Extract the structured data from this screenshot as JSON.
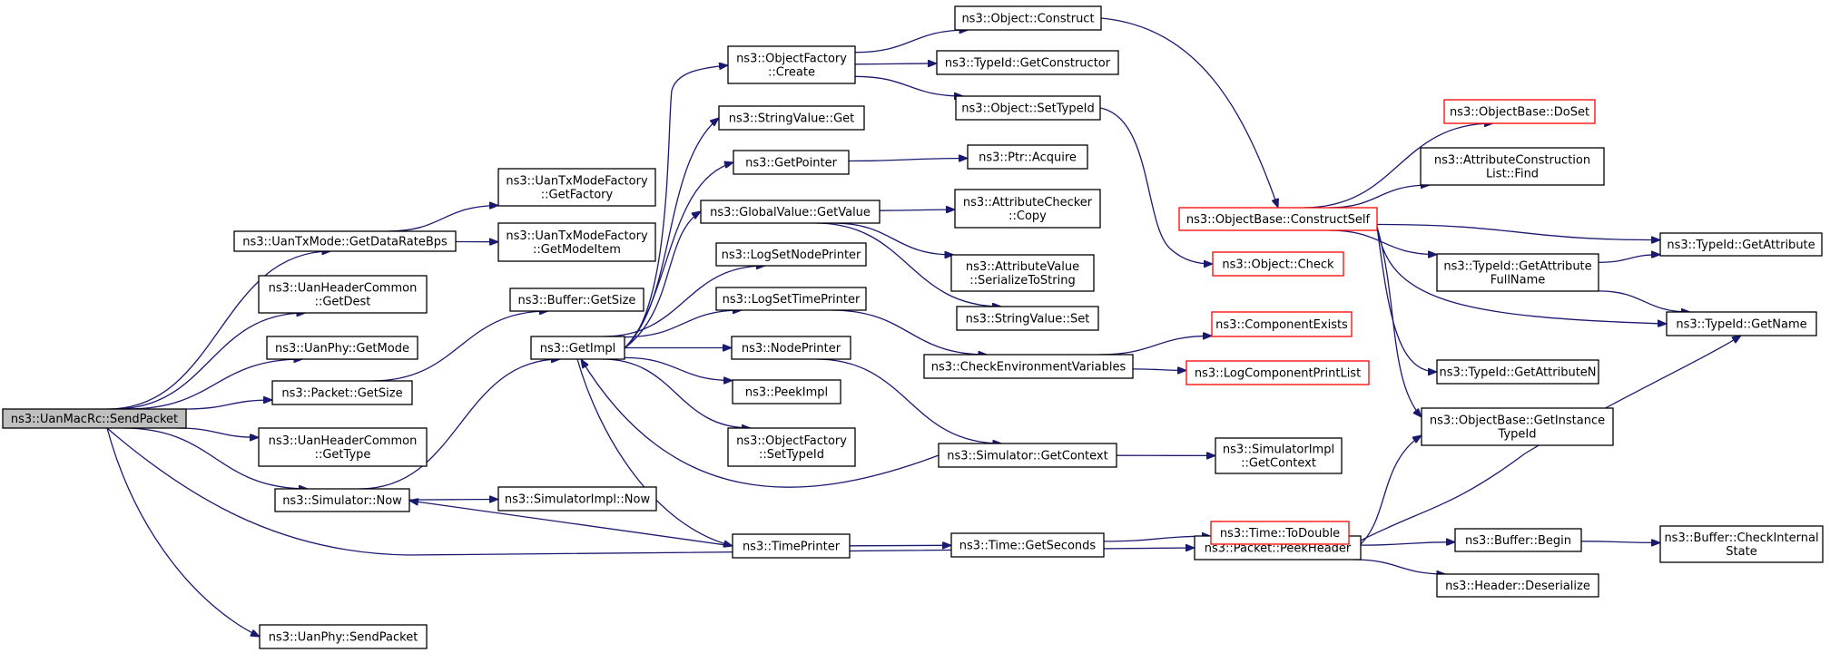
{
  "colors": {
    "edge": "#191970",
    "border_normal": "#000000",
    "border_truncated": "#ff0000",
    "root_fill": "#bfbfbf",
    "node_fill": "#ffffff"
  },
  "nodes": [
    {
      "id": "root",
      "lines": [
        "ns3::UanMacRc::SendPacket"
      ],
      "style": "root"
    },
    {
      "id": "getDataRateBps",
      "lines": [
        "ns3::UanTxMode::GetDataRateBps"
      ],
      "style": "normal"
    },
    {
      "id": "getFactory",
      "lines": [
        "ns3::UanTxModeFactory",
        "::GetFactory"
      ],
      "style": "normal"
    },
    {
      "id": "getModeItem",
      "lines": [
        "ns3::UanTxModeFactory",
        "::GetModeItem"
      ],
      "style": "normal"
    },
    {
      "id": "getDest",
      "lines": [
        "ns3::UanHeaderCommon",
        "::GetDest"
      ],
      "style": "normal"
    },
    {
      "id": "getMode",
      "lines": [
        "ns3::UanPhy::GetMode"
      ],
      "style": "normal"
    },
    {
      "id": "packetGetSize",
      "lines": [
        "ns3::Packet::GetSize"
      ],
      "style": "normal"
    },
    {
      "id": "bufferGetSize",
      "lines": [
        "ns3::Buffer::GetSize"
      ],
      "style": "normal"
    },
    {
      "id": "getType",
      "lines": [
        "ns3::UanHeaderCommon",
        "::GetType"
      ],
      "style": "normal"
    },
    {
      "id": "simNow",
      "lines": [
        "ns3::Simulator::Now"
      ],
      "style": "normal"
    },
    {
      "id": "simImplNow",
      "lines": [
        "ns3::SimulatorImpl::Now"
      ],
      "style": "normal"
    },
    {
      "id": "uanPhySend",
      "lines": [
        "ns3::UanPhy::SendPacket"
      ],
      "style": "normal"
    },
    {
      "id": "getImpl",
      "lines": [
        "ns3::GetImpl"
      ],
      "style": "normal"
    },
    {
      "id": "ofCreate",
      "lines": [
        "ns3::ObjectFactory",
        "::Create"
      ],
      "style": "normal"
    },
    {
      "id": "svGet",
      "lines": [
        "ns3::StringValue::Get"
      ],
      "style": "normal"
    },
    {
      "id": "getPointer",
      "lines": [
        "ns3::GetPointer"
      ],
      "style": "normal"
    },
    {
      "id": "gvGetValue",
      "lines": [
        "ns3::GlobalValue::GetValue"
      ],
      "style": "normal"
    },
    {
      "id": "logSetNodePrinter",
      "lines": [
        "ns3::LogSetNodePrinter"
      ],
      "style": "normal"
    },
    {
      "id": "logSetTimePrinter",
      "lines": [
        "ns3::LogSetTimePrinter"
      ],
      "style": "normal"
    },
    {
      "id": "nodePrinter",
      "lines": [
        "ns3::NodePrinter"
      ],
      "style": "normal"
    },
    {
      "id": "peekImpl",
      "lines": [
        "ns3::PeekImpl"
      ],
      "style": "normal"
    },
    {
      "id": "ofSetTypeId",
      "lines": [
        "ns3::ObjectFactory",
        "::SetTypeId"
      ],
      "style": "normal"
    },
    {
      "id": "timePrinter",
      "lines": [
        "ns3::TimePrinter"
      ],
      "style": "normal"
    },
    {
      "id": "objConstruct",
      "lines": [
        "ns3::Object::Construct"
      ],
      "style": "normal"
    },
    {
      "id": "tidGetConstructor",
      "lines": [
        "ns3::TypeId::GetConstructor"
      ],
      "style": "normal"
    },
    {
      "id": "objSetTypeId",
      "lines": [
        "ns3::Object::SetTypeId"
      ],
      "style": "normal"
    },
    {
      "id": "ptrAcquire",
      "lines": [
        "ns3::Ptr::Acquire"
      ],
      "style": "normal"
    },
    {
      "id": "acCopy",
      "lines": [
        "ns3::AttributeChecker",
        "::Copy"
      ],
      "style": "normal"
    },
    {
      "id": "avSerialize",
      "lines": [
        "ns3::AttributeValue",
        "::SerializeToString"
      ],
      "style": "normal"
    },
    {
      "id": "svSet",
      "lines": [
        "ns3::StringValue::Set"
      ],
      "style": "normal"
    },
    {
      "id": "checkEnv",
      "lines": [
        "ns3::CheckEnvironmentVariables"
      ],
      "style": "normal"
    },
    {
      "id": "simGetContext",
      "lines": [
        "ns3::Simulator::GetContext"
      ],
      "style": "normal"
    },
    {
      "id": "timeGetSeconds",
      "lines": [
        "ns3::Time::GetSeconds"
      ],
      "style": "normal"
    },
    {
      "id": "packetPeekHeader",
      "lines": [
        "ns3::Packet::PeekHeader"
      ],
      "style": "normal"
    },
    {
      "id": "obConstructSelf",
      "lines": [
        "ns3::ObjectBase::ConstructSelf"
      ],
      "style": "truncated"
    },
    {
      "id": "objCheck",
      "lines": [
        "ns3::Object::Check"
      ],
      "style": "truncated"
    },
    {
      "id": "componentExists",
      "lines": [
        "ns3::ComponentExists"
      ],
      "style": "truncated"
    },
    {
      "id": "logComponentPrintList",
      "lines": [
        "ns3::LogComponentPrintList"
      ],
      "style": "truncated"
    },
    {
      "id": "simImplGetContext",
      "lines": [
        "ns3::SimulatorImpl",
        "::GetContext"
      ],
      "style": "normal"
    },
    {
      "id": "timeToDouble",
      "lines": [
        "ns3::Time::ToDouble"
      ],
      "style": "truncated"
    },
    {
      "id": "obDoSet",
      "lines": [
        "ns3::ObjectBase::DoSet"
      ],
      "style": "truncated"
    },
    {
      "id": "acListFind",
      "lines": [
        "ns3::AttributeConstruction",
        "List::Find"
      ],
      "style": "normal"
    },
    {
      "id": "tidGetAttributeFullName",
      "lines": [
        "ns3::TypeId::GetAttribute",
        "FullName"
      ],
      "style": "normal"
    },
    {
      "id": "tidGetAttributeN",
      "lines": [
        "ns3::TypeId::GetAttributeN"
      ],
      "style": "normal"
    },
    {
      "id": "obGetInstanceTypeId",
      "lines": [
        "ns3::ObjectBase::GetInstance",
        "TypeId"
      ],
      "style": "normal"
    },
    {
      "id": "bufferBegin",
      "lines": [
        "ns3::Buffer::Begin"
      ],
      "style": "normal"
    },
    {
      "id": "headerDeserialize",
      "lines": [
        "ns3::Header::Deserialize"
      ],
      "style": "normal"
    },
    {
      "id": "tidGetAttribute",
      "lines": [
        "ns3::TypeId::GetAttribute"
      ],
      "style": "normal"
    },
    {
      "id": "tidGetName",
      "lines": [
        "ns3::TypeId::GetName"
      ],
      "style": "normal"
    },
    {
      "id": "bufferCheckInternalState",
      "lines": [
        "ns3::Buffer::CheckInternal",
        "State"
      ],
      "style": "normal"
    }
  ],
  "edges": [
    [
      "root",
      "getDataRateBps"
    ],
    [
      "root",
      "getDest"
    ],
    [
      "root",
      "getMode"
    ],
    [
      "root",
      "packetGetSize"
    ],
    [
      "root",
      "getType"
    ],
    [
      "root",
      "simNow"
    ],
    [
      "root",
      "packetPeekHeader"
    ],
    [
      "root",
      "uanPhySend"
    ],
    [
      "getDataRateBps",
      "getFactory"
    ],
    [
      "getDataRateBps",
      "getModeItem"
    ],
    [
      "packetGetSize",
      "bufferGetSize"
    ],
    [
      "simNow",
      "getImpl"
    ],
    [
      "simNow",
      "simImplNow"
    ],
    [
      "getImpl",
      "ofCreate"
    ],
    [
      "getImpl",
      "svGet"
    ],
    [
      "getImpl",
      "getPointer"
    ],
    [
      "getImpl",
      "gvGetValue"
    ],
    [
      "getImpl",
      "logSetNodePrinter"
    ],
    [
      "getImpl",
      "logSetTimePrinter"
    ],
    [
      "getImpl",
      "nodePrinter"
    ],
    [
      "getImpl",
      "peekImpl"
    ],
    [
      "getImpl",
      "ofSetTypeId"
    ],
    [
      "getImpl",
      "timePrinter"
    ],
    [
      "ofCreate",
      "objConstruct"
    ],
    [
      "ofCreate",
      "tidGetConstructor"
    ],
    [
      "ofCreate",
      "objSetTypeId"
    ],
    [
      "getPointer",
      "ptrAcquire"
    ],
    [
      "gvGetValue",
      "acCopy"
    ],
    [
      "gvGetValue",
      "avSerialize"
    ],
    [
      "gvGetValue",
      "svSet"
    ],
    [
      "logSetTimePrinter",
      "checkEnv"
    ],
    [
      "nodePrinter",
      "simGetContext"
    ],
    [
      "timePrinter",
      "simNow"
    ],
    [
      "timePrinter",
      "timeGetSeconds"
    ],
    [
      "simGetContext",
      "getImpl"
    ],
    [
      "simGetContext",
      "simImplGetContext"
    ],
    [
      "objConstruct",
      "obConstructSelf"
    ],
    [
      "objSetTypeId",
      "objCheck"
    ],
    [
      "checkEnv",
      "componentExists"
    ],
    [
      "checkEnv",
      "logComponentPrintList"
    ],
    [
      "timeGetSeconds",
      "timeToDouble"
    ],
    [
      "obConstructSelf",
      "obDoSet"
    ],
    [
      "obConstructSelf",
      "acListFind"
    ],
    [
      "obConstructSelf",
      "tidGetAttribute"
    ],
    [
      "obConstructSelf",
      "tidGetAttributeFullName"
    ],
    [
      "obConstructSelf",
      "tidGetName"
    ],
    [
      "obConstructSelf",
      "tidGetAttributeN"
    ],
    [
      "obConstructSelf",
      "obGetInstanceTypeId"
    ],
    [
      "tidGetAttributeFullName",
      "tidGetAttribute"
    ],
    [
      "tidGetAttributeFullName",
      "tidGetName"
    ],
    [
      "packetPeekHeader",
      "obGetInstanceTypeId"
    ],
    [
      "packetPeekHeader",
      "tidGetName"
    ],
    [
      "packetPeekHeader",
      "bufferBegin"
    ],
    [
      "packetPeekHeader",
      "headerDeserialize"
    ],
    [
      "bufferBegin",
      "bufferCheckInternalState"
    ]
  ]
}
